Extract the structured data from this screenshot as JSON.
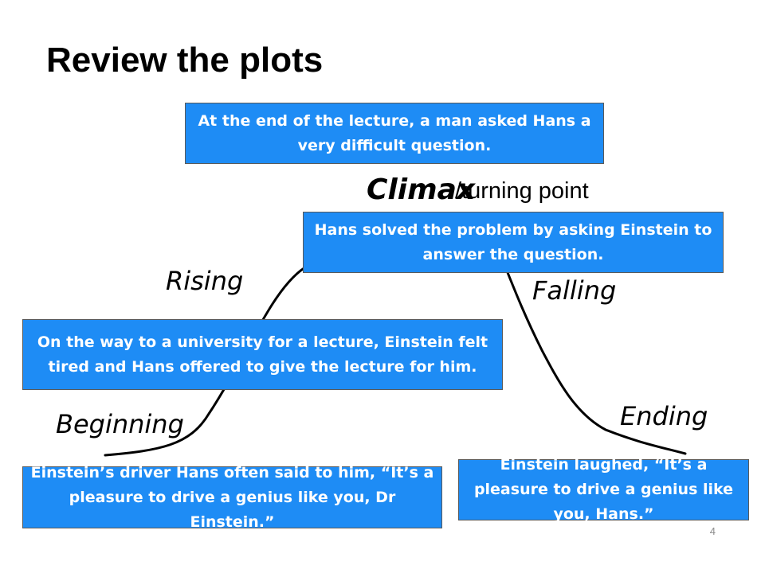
{
  "title": "Review the plots",
  "labels": {
    "climax": "Climax",
    "climax_suffix": "/turning point",
    "rising": "Rising",
    "falling": "Falling",
    "beginning": "Beginning",
    "ending": "Ending"
  },
  "boxes": {
    "climax_event": "At the end of the lecture, a man asked Hans a very difficult question.",
    "climax_resolution": "Hans solved the problem by asking Einstein to answer the question.",
    "rising": "On the way to a university for a lecture, Einstein felt tired and Hans offered to give the lecture for him.",
    "beginning": "Einstein’s driver Hans often said to him, “It’s a pleasure to drive a genius like you, Dr Einstein.”",
    "ending": "Einstein laughed, “It’s a pleasure to drive a genius like you, Hans.”"
  },
  "page_number": "4",
  "colors": {
    "box_fill": "#1e8cf5",
    "box_text": "#ffffff",
    "box_border": "#5a5a5a",
    "curve": "#000000"
  }
}
